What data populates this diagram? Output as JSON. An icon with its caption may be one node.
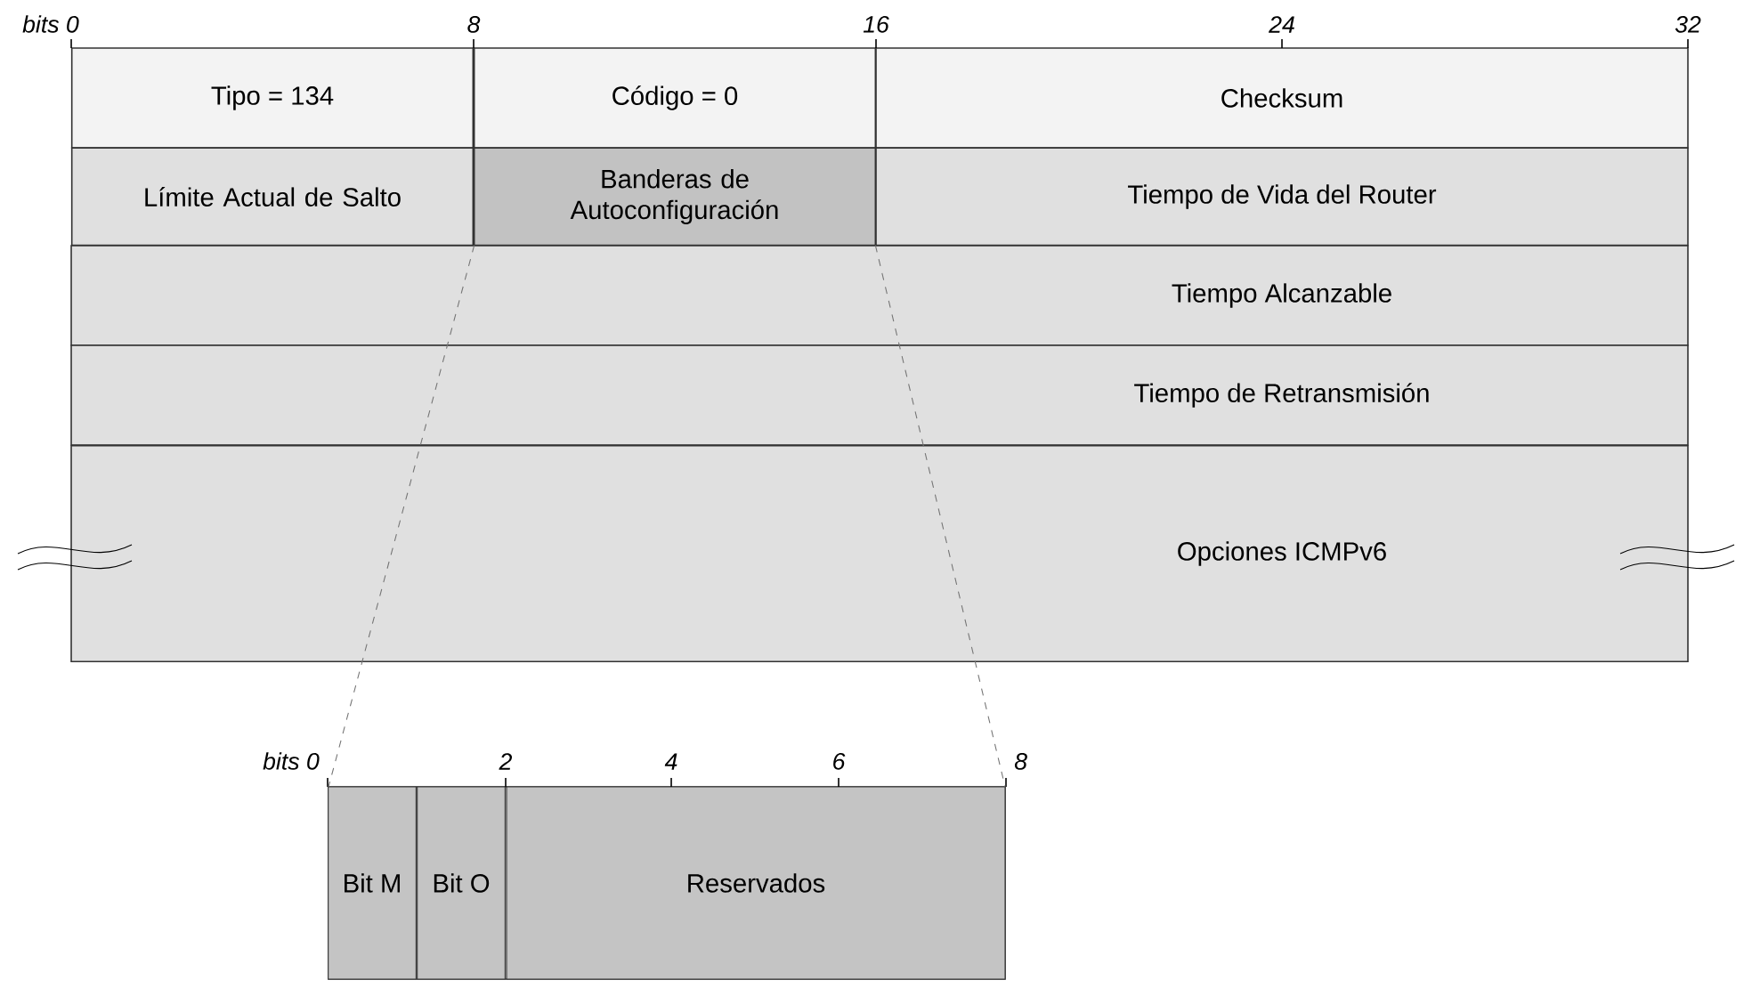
{
  "diagram": {
    "nodes": [
      {
        "text": [
          "Tipo = 134"
        ]
      },
      {
        "text": [
          "Código = 0"
        ]
      },
      {
        "text": [
          "Checksum"
        ]
      },
      {
        "text": [
          "Límite Actual de Salto"
        ]
      },
      {
        "text": [
          "Banderas de Autoconfiguración"
        ]
      },
      {
        "text": [
          "Tiempo de Vida del Router"
        ]
      },
      {
        "text": [
          "Tiempo Alcanzable"
        ]
      },
      {
        "text": [
          "Tiempo de Retransmisión"
        ]
      },
      {
        "text": [
          "Opciones ICMPv6"
        ]
      },
      {
        "text": [],
        "shape": "box"
      },
      {
        "text": [
          "Bit M"
        ],
        "in": 9
      },
      {
        "text": [
          "Bit O"
        ],
        "in": 9
      },
      {
        "text": [
          "Reservados"
        ],
        "in": 9
      }
    ],
    "edges": [
      {
        "from": 4,
        "to": 9,
        "arrow": "none",
        "style": "dashed"
      },
      {
        "from": 4,
        "to": 9,
        "arrow": "none",
        "style": "dashed"
      }
    ],
    "labels": [
      "bits 0",
      "8",
      "16",
      "24",
      "32",
      "bits 0",
      "2",
      "4",
      "6",
      "8"
    ]
  }
}
